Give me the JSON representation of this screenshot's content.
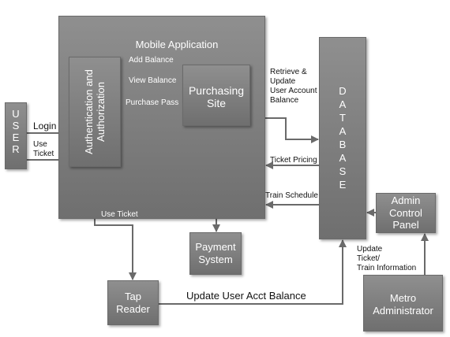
{
  "nodes": {
    "mobile_app": "Mobile Application",
    "user": "USER",
    "auth": "Authentication and Authorization",
    "purchasing": "Purchasing\nSite",
    "database": "DATABASE",
    "payment": "Payment\nSystem",
    "tap_reader": "Tap\nReader",
    "admin_panel": "Admin\nControl\nPanel",
    "metro_admin": "Metro\nAdministrator"
  },
  "edges": {
    "login": "Login",
    "use_ticket_user": "Use\nTicket",
    "add_balance": "Add Balance",
    "view_balance": "View Balance",
    "purchase_pass": "Purchase Pass",
    "retrieve_update": "Retrieve &\nUpdate\nUser Account\nBalance",
    "ticket_pricing": "Ticket Pricing",
    "train_schedule": "Train Schedule",
    "use_ticket_auth": "Use Ticket",
    "update_ticket_train": "Update\nTicket/\nTrain Information",
    "update_acct_balance": "Update User Acct Balance"
  }
}
